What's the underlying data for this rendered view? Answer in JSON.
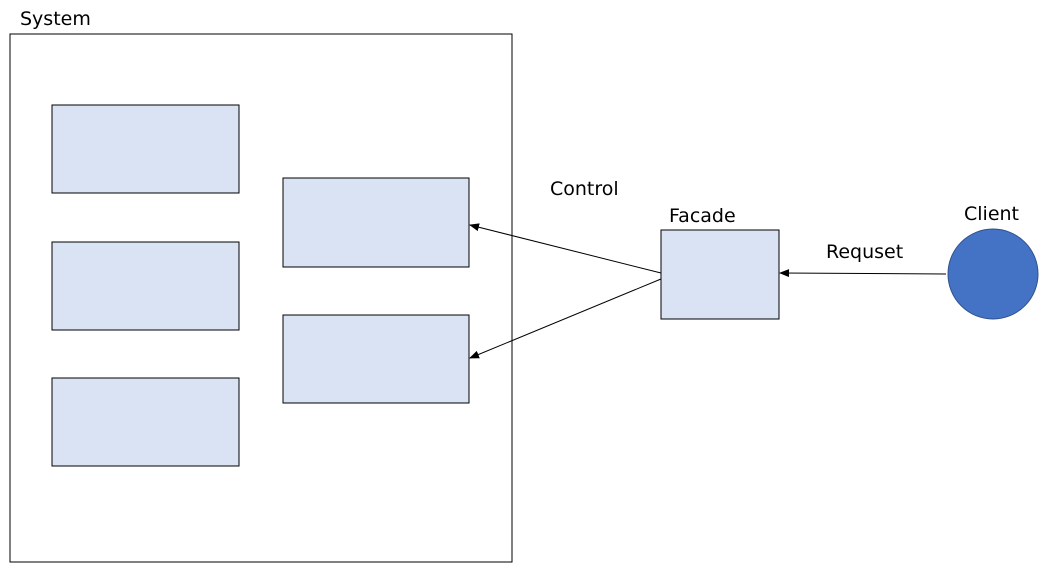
{
  "labels": {
    "system": "System",
    "control": "Control",
    "facade": "Facade",
    "client": "Client",
    "request": "Requset"
  },
  "colors": {
    "component_fill": "#dae3f3",
    "client_fill": "#4472c4",
    "stroke": "#000000"
  }
}
